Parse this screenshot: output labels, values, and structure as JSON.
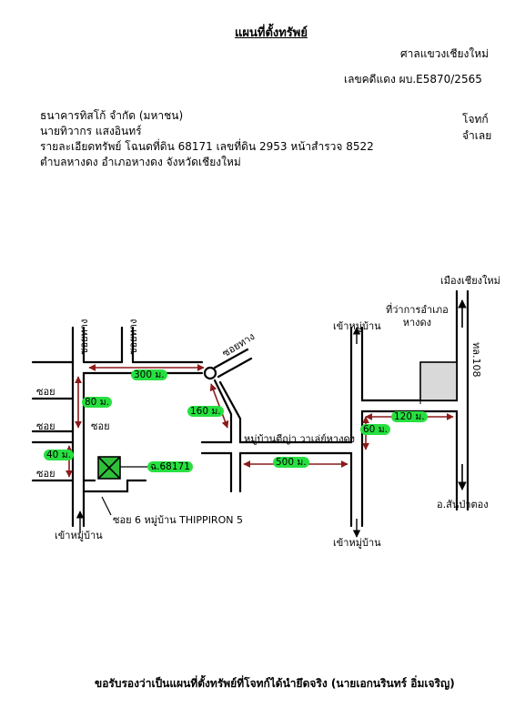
{
  "header": {
    "title": "แผนที่ตั้งทรัพย์",
    "court": "ศาลแขวงเชียงใหม่",
    "case_no": "เลขคดีแดง ผบ.E5870/2565",
    "plaintiff": "ธนาคารทิสโก้ จำกัด (มหาชน)",
    "defendant": "นายทิวากร แสงอินทร์",
    "property_detail": "รายละเอียดทรัพย์ โฉนดที่ดิน 68171 เลขที่ดิน 2953 หน้าสำรวจ 8522",
    "location": "ตำบลหางดง อำเภอหางดง จังหวัดเชียงใหม่",
    "role_plaintiff": "โจทก์",
    "role_defendant": "จำเลย"
  },
  "map": {
    "labels": {
      "soi_thang_1": "ซอยทาง",
      "soi_thang_2": "ซอยทาง",
      "soi_thang_diag": "ซอยทาง",
      "soi_1": "ซอย",
      "soi_2": "ซอย",
      "soi_3": "ซอย",
      "soi_4": "ซอย",
      "soi_6_village": "ซอย 6 หมู่บ้าน THIPPIRON 5",
      "to_village_left": "เข้าหมู่บ้าน",
      "village_name": "หมู่บ้านตีญ่า วาเล่ย์หางดง",
      "to_village_top": "เข้าหมู่บ้าน",
      "to_village_bottom": "เข้าหมู่บ้าน",
      "district_office": "ที่ว่าการอำเภอ\nหางดง",
      "highway": "ทล.108",
      "to_chiangmai": "เมืองเชียงใหม่",
      "to_sanpatong": "อ.สันป่าตอง",
      "deed": "ฉ.68171"
    },
    "distances": {
      "d300": "300 ม.",
      "d80": "80 ม.",
      "d40": "40 ม.",
      "d160": "160 ม.",
      "d500": "500 ม.",
      "d60": "60 ม.",
      "d120": "120 ม."
    },
    "colors": {
      "highlight": "#27e040",
      "arrow": "#8b1a1a",
      "property_fill": "#2fbf3a",
      "office_fill": "#d9d9d9"
    }
  },
  "footer": {
    "certification": "ขอรับรองว่าเป็นแผนที่ตั้งทรัพย์ที่โจทก์ได้นำยึดจริง (นายเอกนรินทร์ อิ่มเจริญ)"
  }
}
